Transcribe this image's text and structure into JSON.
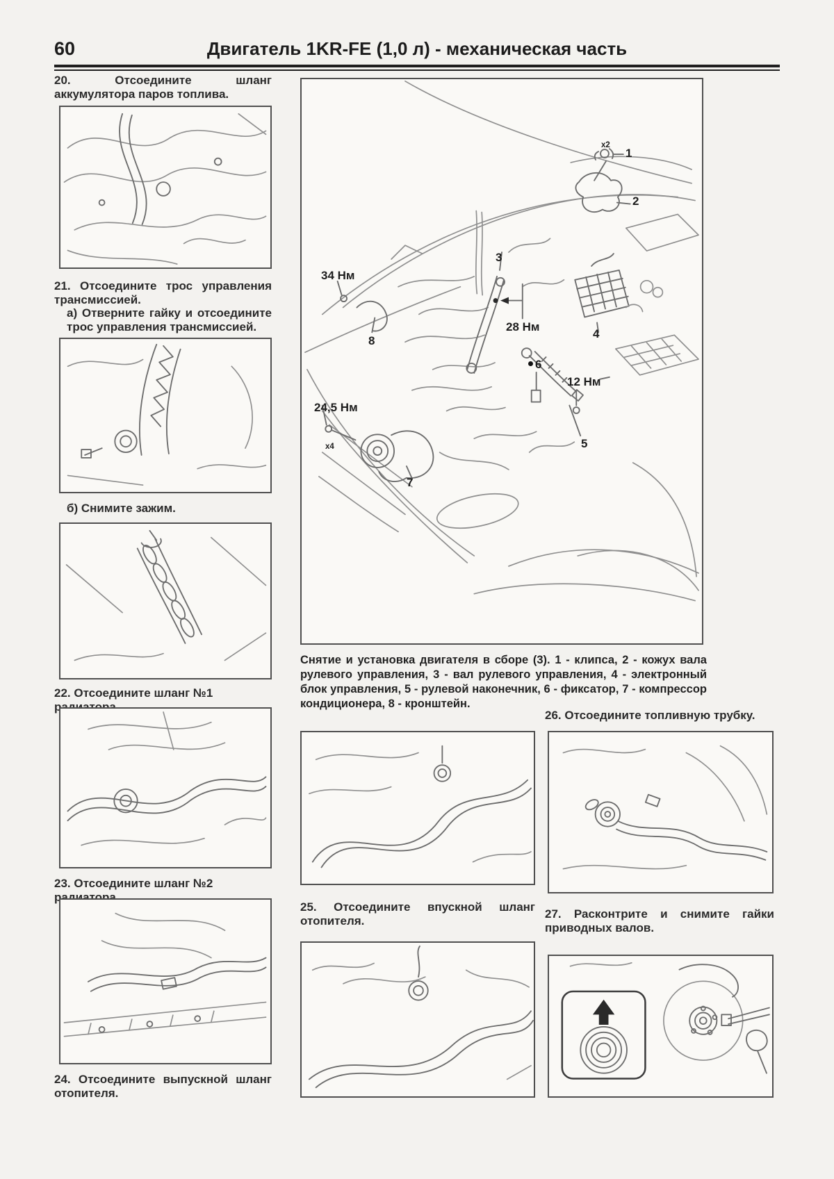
{
  "page": {
    "number": "60",
    "title": "Двигатель 1KR-FE (1,0 л) - механическая часть"
  },
  "colors": {
    "page_bg": "#f3f2ef",
    "ink": "#262626",
    "box_border": "#4f4f4f",
    "art_line": "#8f8f8f"
  },
  "steps": {
    "s20": "20. Отсоедините шланг аккумулятора паров топлива.",
    "s21": "21. Отсоедините трос управления трансмиссией.",
    "s21a": "а) Отверните гайку и отсоедините трос управления трансмиссией.",
    "s21b": "б) Снимите зажим.",
    "s22": "22. Отсоедините шланг №1 радиатора.",
    "s23": "23. Отсоедините шланг №2 радиатора.",
    "s24": "24. Отсоедините выпускной шланг отопителя.",
    "s25": "25. Отсоедините впускной шланг отопителя.",
    "s26": "26. Отсоедините топливную трубку.",
    "s27": "27. Расконтрите и снимите гайки приводных валов."
  },
  "diagram": {
    "caption": "Снятие и установка двигателя в сборе (3). 1 - клипса, 2 - кожух вала рулевого управления, 3 - вал рулевого управления, 4 - электронный блок управления, 5 - рулевой наконечник, 6 - фиксатор, 7 - компрессор кондиционера, 8 - кронштейн.",
    "labels": {
      "qty_top": "x2",
      "part1": "1",
      "part2": "2",
      "part3": "3",
      "part4": "4",
      "part5": "5",
      "part6": "6",
      "part7": "7",
      "part8": "8",
      "torque34": "34 Нм",
      "torque28": "28 Нм",
      "torque12": "12 Нм",
      "torque245": "24,5 Нм",
      "qty_bottom": "x4"
    }
  }
}
